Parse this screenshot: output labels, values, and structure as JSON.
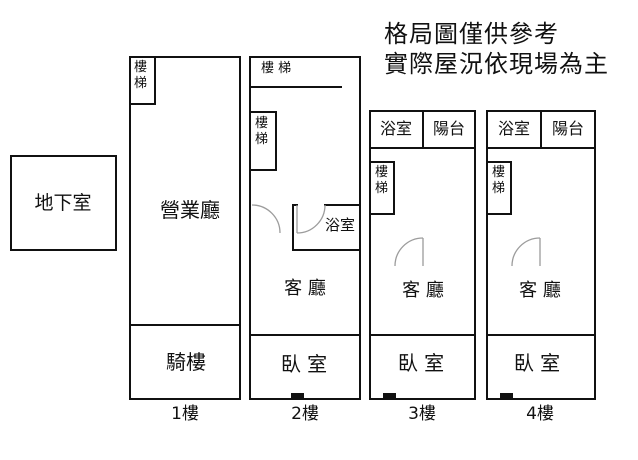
{
  "note": {
    "line1": "格局圖僅供參考",
    "line2": "實際屋況依現場為主"
  },
  "basement": {
    "label": "地下室"
  },
  "floors": [
    {
      "label": "1樓",
      "rooms": {
        "stairs": "樓梯",
        "hall": "營業廳",
        "arcade": "騎樓"
      }
    },
    {
      "label": "2樓",
      "rooms": {
        "stairs_top": "樓 梯",
        "stairs": "樓梯",
        "bath": "浴室",
        "living": "客 廳",
        "bedroom": "臥 室"
      }
    },
    {
      "label": "3樓",
      "rooms": {
        "bath": "浴室",
        "balcony": "陽台",
        "stairs": "樓梯",
        "living": "客 廳",
        "bedroom": "臥 室"
      }
    },
    {
      "label": "4樓",
      "rooms": {
        "bath": "浴室",
        "balcony": "陽台",
        "stairs": "樓梯",
        "living": "客 廳",
        "bedroom": "臥 室"
      }
    }
  ],
  "colors": {
    "wall": "#111111",
    "arc": "#9c9c9c",
    "background": "#ffffff",
    "ink": "#111111"
  }
}
